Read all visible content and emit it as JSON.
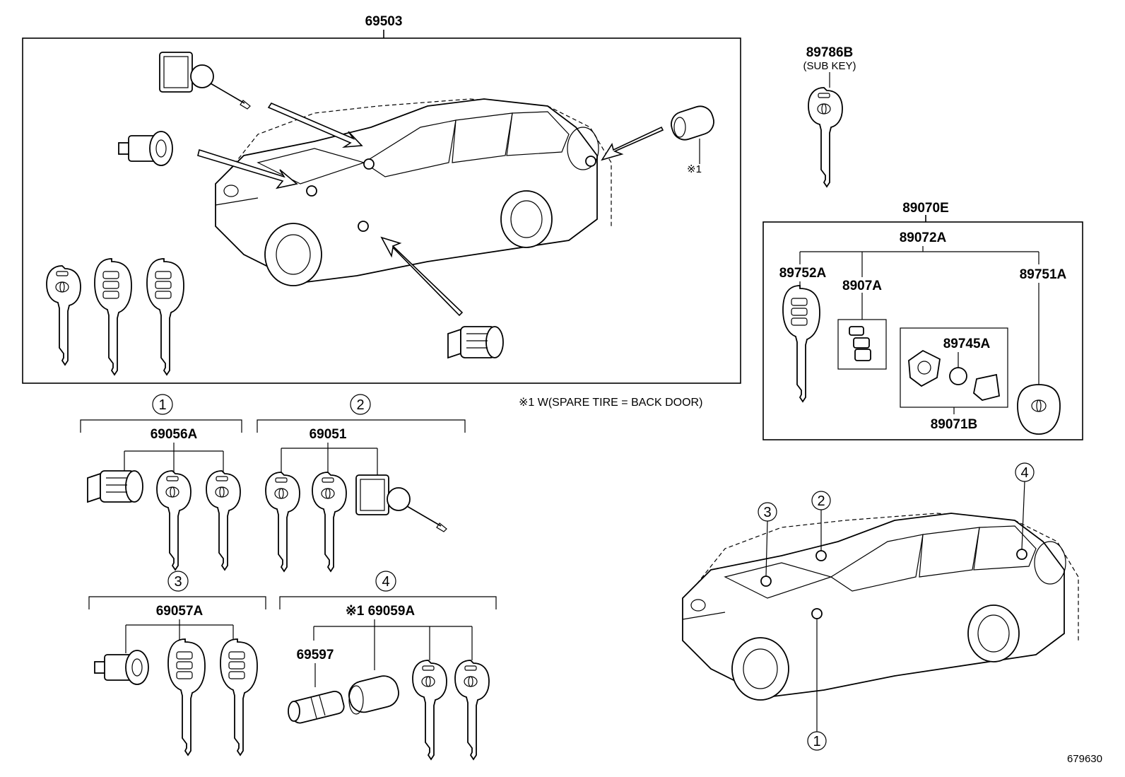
{
  "groups": {
    "main_set": "69503",
    "sub_key": {
      "part": "89786B",
      "note": "(SUB KEY)"
    },
    "transmitter_set": "89070E",
    "transmitter_kit": "89072A",
    "key_left": "89752A",
    "pad": "8907A",
    "key_right": "89751A",
    "battery": "89745A",
    "board_kit": "89071B",
    "spare_note_mark": "※1",
    "footnote": "※1 W(SPARE TIRE = BACK DOOR)",
    "set1": {
      "num": "1",
      "part": "69056A"
    },
    "set2": {
      "num": "2",
      "part": "69051"
    },
    "set3": {
      "num": "3",
      "part": "69057A"
    },
    "set4": {
      "num": "4",
      "part": "※1 69059A"
    },
    "cylinder_part": "69597",
    "vehicle_callouts": [
      "1",
      "2",
      "3",
      "4"
    ],
    "figure_id": "679630"
  }
}
